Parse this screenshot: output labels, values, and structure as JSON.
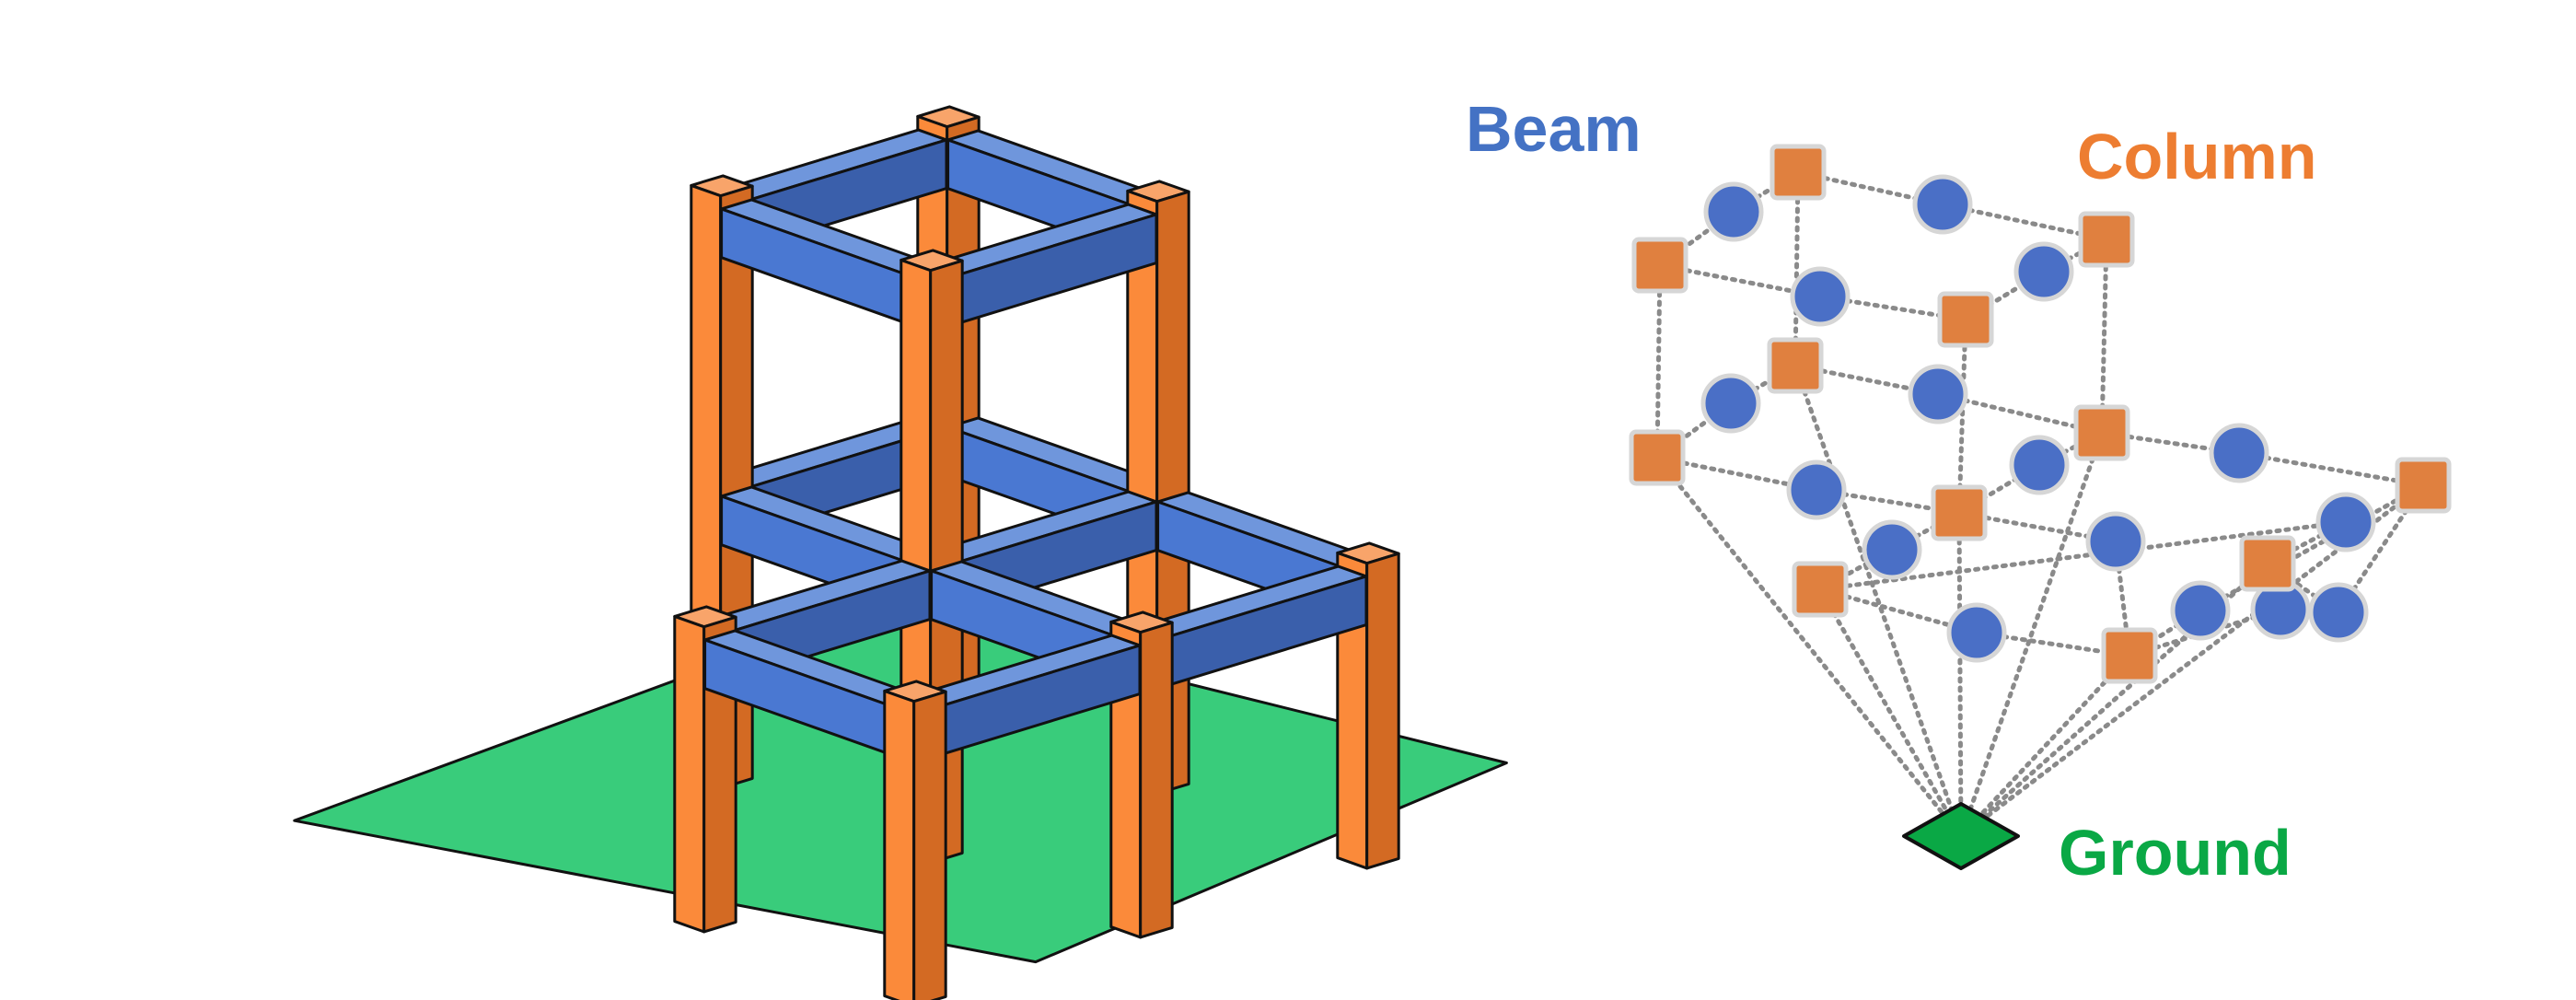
{
  "labels": {
    "beam": "Beam",
    "column": "Column",
    "ground": "Ground"
  },
  "colors": {
    "beam_top": "#6f96dc",
    "beam_front": "#4a78d2",
    "beam_side": "#3a5fab",
    "column_front": "#fb8a3a",
    "column_side": "#d36a23",
    "column_top": "#f8a46a",
    "ground": "#39cc7b",
    "ground_node": "#0aa845",
    "beam_node": "#4a6fc6",
    "column_node": "#e0803f",
    "label_beam": "#4472c4",
    "label_column": "#ed7d31",
    "label_ground": "#0aa845",
    "outline": "#111111"
  },
  "graph": {
    "columns": [
      "C1",
      "C2",
      "C3",
      "C4",
      "C5",
      "C6",
      "C7",
      "C8",
      "C9",
      "C10",
      "C11",
      "C12"
    ],
    "beams": [
      "B1",
      "B2",
      "B3",
      "B4",
      "B5",
      "B6",
      "B7",
      "B8",
      "B9",
      "B10",
      "B11",
      "B12",
      "B13",
      "B14",
      "B15",
      "B16"
    ],
    "ground": "G",
    "edges": [
      [
        "C1",
        "B1"
      ],
      [
        "B1",
        "C2"
      ],
      [
        "C2",
        "B2"
      ],
      [
        "B2",
        "C3"
      ],
      [
        "C1",
        "B3"
      ],
      [
        "B3",
        "C4"
      ],
      [
        "C4",
        "B4"
      ],
      [
        "B4",
        "C3"
      ],
      [
        "C5",
        "B5"
      ],
      [
        "B5",
        "C6"
      ],
      [
        "C6",
        "B6"
      ],
      [
        "B6",
        "C7"
      ],
      [
        "C5",
        "B7"
      ],
      [
        "B7",
        "C8"
      ],
      [
        "C8",
        "B8"
      ],
      [
        "B8",
        "C7"
      ],
      [
        "C7",
        "B9"
      ],
      [
        "B9",
        "C11"
      ],
      [
        "C8",
        "B10"
      ],
      [
        "B10",
        "C9"
      ],
      [
        "C9",
        "B11"
      ],
      [
        "B11",
        "C10"
      ],
      [
        "C10",
        "B12"
      ],
      [
        "B12",
        "C11"
      ],
      [
        "C8",
        "B13"
      ],
      [
        "B13",
        "C10"
      ],
      [
        "C9",
        "B14"
      ],
      [
        "B14",
        "C12"
      ],
      [
        "C12",
        "B15"
      ],
      [
        "B15",
        "C11"
      ],
      [
        "C10",
        "B16"
      ],
      [
        "B16",
        "C12"
      ],
      [
        "C1",
        "C5"
      ],
      [
        "C2",
        "C6"
      ],
      [
        "C3",
        "C7"
      ],
      [
        "C4",
        "C8"
      ],
      [
        "C5",
        "G"
      ],
      [
        "C6",
        "G"
      ],
      [
        "C7",
        "G"
      ],
      [
        "C8",
        "G"
      ],
      [
        "C9",
        "G"
      ],
      [
        "C10",
        "G"
      ],
      [
        "C11",
        "G"
      ],
      [
        "C12",
        "G"
      ]
    ]
  }
}
